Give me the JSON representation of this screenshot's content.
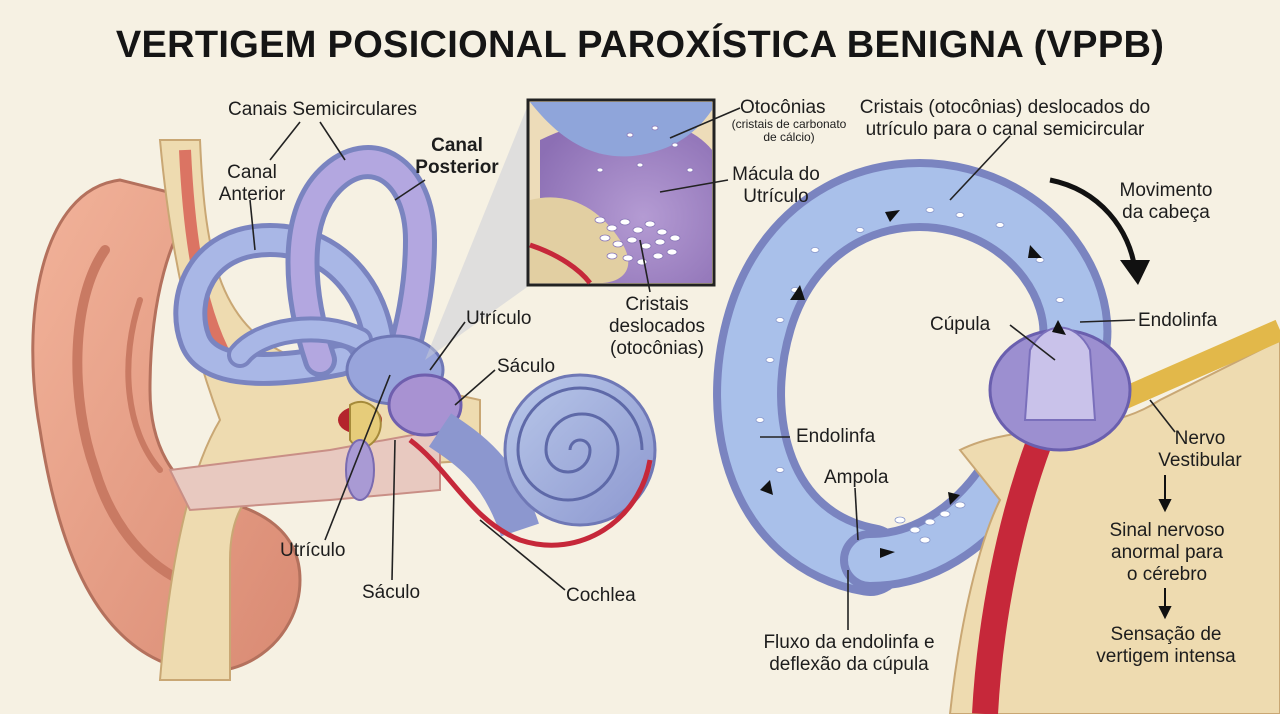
{
  "title": "VERTIGEM POSICIONAL PAROXÍSTICA BENIGNA (VPPB)",
  "labels": {
    "canais_semicirculares": "Canais Semicirculares",
    "canal_anterior_1": "Canal",
    "canal_anterior_2": "Anterior",
    "canal_posterior_1": "Canal",
    "canal_posterior_2": "Posterior",
    "utriculo_left": "Utrículo",
    "sacculo_left": "Sáculo",
    "utriculo_bottom": "Utrículo",
    "sacculo_bottom": "Sáculo",
    "cochlea": "Cochlea",
    "otoconias": "Otocônias",
    "otoconias_note_1": "(cristais de carbonato",
    "otoconias_note_2": "de cálcio)",
    "macula_1": "Mácula do",
    "macula_2": "Utrículo",
    "cristais_desl_1": "Cristais",
    "cristais_desl_2": "deslocados",
    "cristais_desl_3": "(otocônias)",
    "deslocados_top_1": "Cristais (otocônias) deslocados do",
    "deslocados_top_2": "utrículo para o canal semicircular",
    "movimento_1": "Movimento",
    "movimento_2": "da cabeça",
    "endolinfa_right": "Endolinfa",
    "cupula": "Cúpula",
    "endolinfa_left": "Endolinfa",
    "ampola": "Ampola",
    "nervo_1": "Nervo",
    "nervo_2": "Vestibular",
    "sinal_1": "Sinal nervoso",
    "sinal_2": "anormal para",
    "sinal_3": "o cérebro",
    "sensacao_1": "Sensação de",
    "sensacao_2": "vertigem intensa",
    "fluxo_1": "Fluxo da endolinfa e",
    "fluxo_2": "deflexão da cúpula"
  }
}
